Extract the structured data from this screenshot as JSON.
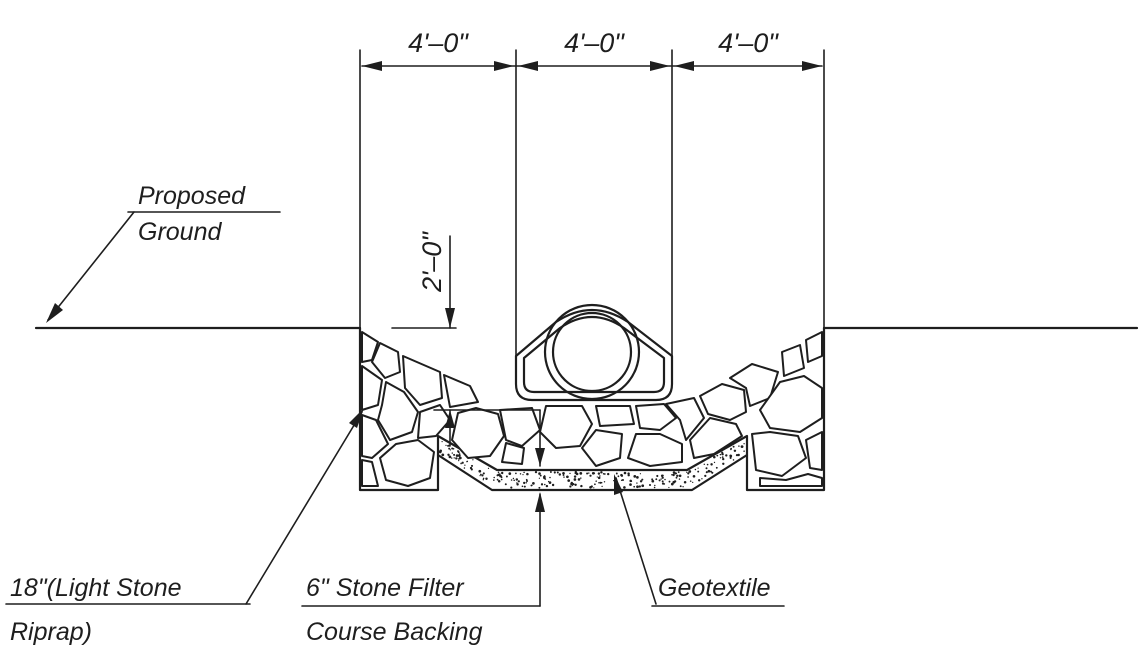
{
  "dimensions": {
    "width_left": "4'–0\"",
    "width_middle": "4'–0\"",
    "width_right": "4'–0\"",
    "depth": "2'–0\""
  },
  "labels": {
    "proposed_line1": "Proposed",
    "proposed_line2": "Ground",
    "riprap_line1": "18\"(Light Stone",
    "riprap_line2": "Riprap)",
    "filter_line1": "6\" Stone Filter",
    "filter_line2": "Course Backing",
    "geotextile": "Geotextile"
  }
}
